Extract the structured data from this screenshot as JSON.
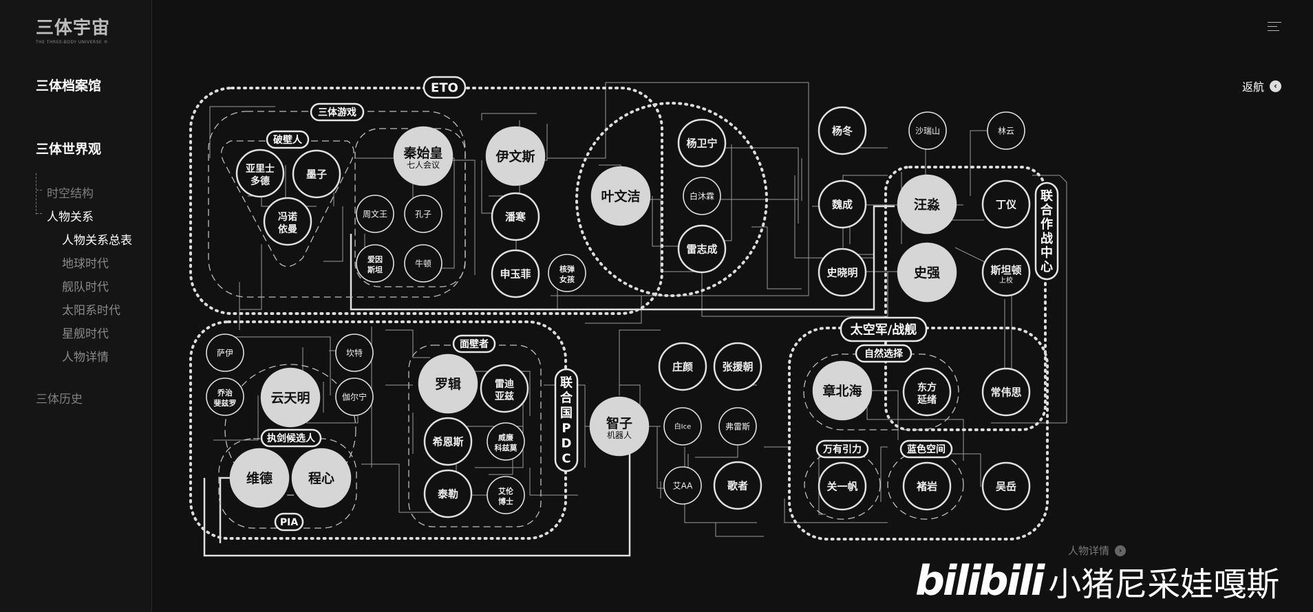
{
  "brand": {
    "title": "三体宇宙",
    "subtitle": "THE THREE-BODY UNIVERSE ®"
  },
  "nav": {
    "archive": "三体档案馆",
    "worldview": "三体世界观",
    "items": [
      {
        "label": "时空结构"
      },
      {
        "label": "人物关系"
      }
    ],
    "subitems": [
      {
        "label": "人物关系总表"
      },
      {
        "label": "地球时代"
      },
      {
        "label": "舰队时代"
      },
      {
        "label": "太阳系时代"
      },
      {
        "label": "星舰时代"
      },
      {
        "label": "人物详情"
      }
    ],
    "history": "三体历史"
  },
  "back_label": "返航",
  "detail_label": "人物详情",
  "watermark": {
    "logo": "bilibili",
    "name": "小猪尼采娃嘎斯"
  },
  "groups": [
    {
      "id": "eto",
      "label": "ETO"
    },
    {
      "id": "game",
      "label": "三体游戏"
    },
    {
      "id": "wallbreaker",
      "label": "破壁人"
    },
    {
      "id": "wallfacer",
      "label": "面壁者"
    },
    {
      "id": "un_pdc",
      "label": "联合国PDC"
    },
    {
      "id": "sword",
      "label": "执剑候选人"
    },
    {
      "id": "pia",
      "label": "PIA"
    },
    {
      "id": "space_force",
      "label": "太空军/战舰"
    },
    {
      "id": "natural",
      "label": "自然选择"
    },
    {
      "id": "gravity",
      "label": "万有引力"
    },
    {
      "id": "bluespace",
      "label": "蓝色空间"
    },
    {
      "id": "joint",
      "label": "联合作战中心"
    }
  ],
  "nodes": [
    {
      "id": "aristotle",
      "lines": [
        "亚里士",
        "多德"
      ],
      "filled": false
    },
    {
      "id": "mozi",
      "lines": [
        "墨子"
      ],
      "filled": false
    },
    {
      "id": "neumann",
      "lines": [
        "冯诺",
        "依曼"
      ],
      "filled": false
    },
    {
      "id": "qinshihuang",
      "lines": [
        "秦始皇",
        "七人会议"
      ],
      "filled": true
    },
    {
      "id": "zhouwenwang",
      "lines": [
        "周文王"
      ],
      "filled": false
    },
    {
      "id": "kongzi",
      "lines": [
        "孔子"
      ],
      "filled": false
    },
    {
      "id": "einstein",
      "lines": [
        "爱因",
        "斯坦"
      ],
      "filled": false
    },
    {
      "id": "newton",
      "lines": [
        "牛顿"
      ],
      "filled": false
    },
    {
      "id": "evans",
      "lines": [
        "伊文斯"
      ],
      "filled": true
    },
    {
      "id": "panhan",
      "lines": [
        "潘寒"
      ],
      "filled": false
    },
    {
      "id": "shenyufei",
      "lines": [
        "申玉菲"
      ],
      "filled": false
    },
    {
      "id": "nukegirl",
      "lines": [
        "核弹",
        "女孩"
      ],
      "filled": false
    },
    {
      "id": "yewenjie",
      "lines": [
        "叶文洁"
      ],
      "filled": true
    },
    {
      "id": "yangweining",
      "lines": [
        "杨卫宁"
      ],
      "filled": false
    },
    {
      "id": "baimulin",
      "lines": [
        "白沐霖"
      ],
      "filled": false
    },
    {
      "id": "leizhicheng",
      "lines": [
        "雷志成"
      ],
      "filled": false
    },
    {
      "id": "yangdong",
      "lines": [
        "杨冬"
      ],
      "filled": false
    },
    {
      "id": "sharuishan",
      "lines": [
        "沙瑞山"
      ],
      "filled": false
    },
    {
      "id": "linyun",
      "lines": [
        "林云"
      ],
      "filled": false
    },
    {
      "id": "weicheng",
      "lines": [
        "魏成"
      ],
      "filled": false
    },
    {
      "id": "wangmiao",
      "lines": [
        "汪淼"
      ],
      "filled": true
    },
    {
      "id": "dingyi",
      "lines": [
        "丁仪"
      ],
      "filled": false
    },
    {
      "id": "shixiaoming",
      "lines": [
        "史晓明"
      ],
      "filled": false
    },
    {
      "id": "shiqiang",
      "lines": [
        "史强"
      ],
      "filled": true
    },
    {
      "id": "stanton",
      "lines": [
        "斯坦顿",
        "上校"
      ],
      "filled": false
    },
    {
      "id": "sayi",
      "lines": [
        "萨伊"
      ],
      "filled": false
    },
    {
      "id": "kent",
      "lines": [
        "坎特"
      ],
      "filled": false
    },
    {
      "id": "georgefitz",
      "lines": [
        "乔治",
        "斐兹罗"
      ],
      "filled": false
    },
    {
      "id": "yuntianming",
      "lines": [
        "云天明"
      ],
      "filled": true
    },
    {
      "id": "garanin",
      "lines": [
        "伽尔宁"
      ],
      "filled": false
    },
    {
      "id": "luoji",
      "lines": [
        "罗辑"
      ],
      "filled": true
    },
    {
      "id": "reydiaz",
      "lines": [
        "雷迪",
        "亚兹"
      ],
      "filled": false
    },
    {
      "id": "hines",
      "lines": [
        "希恩斯"
      ],
      "filled": false
    },
    {
      "id": "willliam",
      "lines": [
        "威廉",
        "科兹莫"
      ],
      "filled": false
    },
    {
      "id": "tyler",
      "lines": [
        "泰勒"
      ],
      "filled": false
    },
    {
      "id": "aiweng",
      "lines": [
        "艾伦",
        "博士"
      ],
      "filled": false
    },
    {
      "id": "wade",
      "lines": [
        "维德"
      ],
      "filled": true
    },
    {
      "id": "chengxin",
      "lines": [
        "程心"
      ],
      "filled": true
    },
    {
      "id": "zhuangyan",
      "lines": [
        "庄颜"
      ],
      "filled": false
    },
    {
      "id": "zhangyuanchao",
      "lines": [
        "张援朝"
      ],
      "filled": false
    },
    {
      "id": "sophon",
      "lines": [
        "智子",
        "机器人"
      ],
      "filled": true
    },
    {
      "id": "bailce",
      "lines": [
        "白Ice"
      ],
      "filled": false
    },
    {
      "id": "fraise",
      "lines": [
        "弗雷斯"
      ],
      "filled": false
    },
    {
      "id": "aiaa",
      "lines": [
        "艾AA"
      ],
      "filled": false
    },
    {
      "id": "singer",
      "lines": [
        "歌者"
      ],
      "filled": false
    },
    {
      "id": "zhangbeihai",
      "lines": [
        "章北海"
      ],
      "filled": true
    },
    {
      "id": "dongfangyanxu",
      "lines": [
        "东方",
        "延绪"
      ],
      "filled": false
    },
    {
      "id": "changweisi",
      "lines": [
        "常伟思"
      ],
      "filled": false
    },
    {
      "id": "guanyifan",
      "lines": [
        "关一帆"
      ],
      "filled": false
    },
    {
      "id": "chuyan",
      "lines": [
        "褚岩"
      ],
      "filled": false
    },
    {
      "id": "wuyue",
      "lines": [
        "吴岳"
      ],
      "filled": false
    }
  ]
}
